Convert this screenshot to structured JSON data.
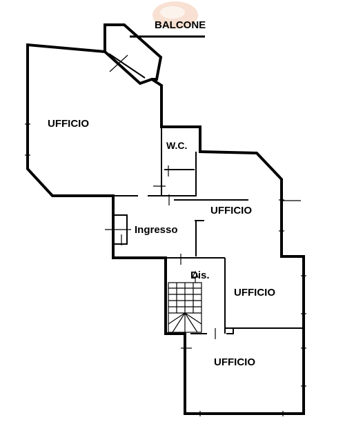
{
  "labels": {
    "balcone": "BALCONE",
    "ufficio_1": "UFFICIO",
    "wc": "W.C.",
    "ufficio_2": "UFFICIO",
    "ingresso": "Ingresso",
    "dis": "Dis.",
    "ufficio_3": "UFFICIO",
    "ufficio_4": "UFFICIO"
  },
  "colors": {
    "balcone_text": "#c9723a",
    "balcone_logo": "#f2c2a8",
    "wc_text": "#1e8fc0",
    "wall": "#000000"
  }
}
